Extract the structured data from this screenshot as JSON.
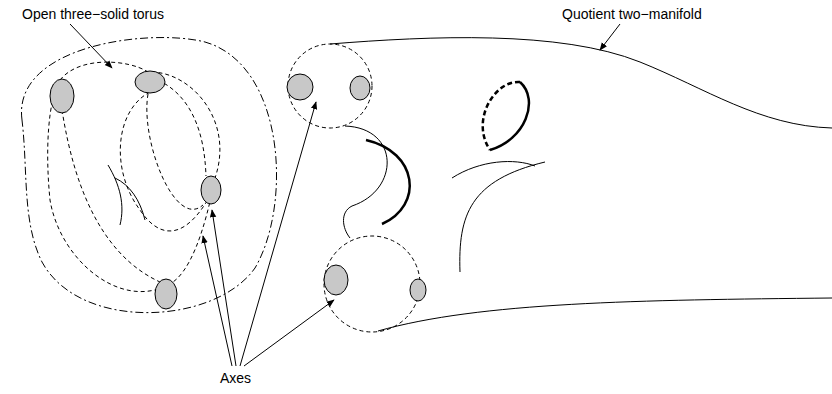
{
  "diagram": {
    "labels": [
      "Open three−solid torus",
      "Quotient two−manifold",
      "Axes"
    ]
  }
}
